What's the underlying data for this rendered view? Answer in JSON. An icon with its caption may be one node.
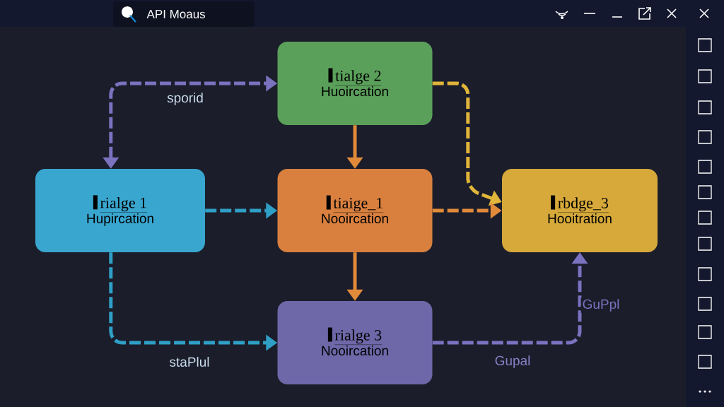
{
  "diagram": {
    "nodes": [
      {
        "text": [
          "rialge 1",
          "Hupircation"
        ]
      },
      {
        "text": [
          "tialge 2",
          "Huoircation"
        ]
      },
      {
        "text": [
          "tiaige_1",
          "Nooircation"
        ]
      },
      {
        "text": [
          "rbdge_3",
          "Hooitration"
        ]
      },
      {
        "text": [
          "rialge 3",
          "Nooircation"
        ]
      }
    ],
    "edges": [
      {
        "from": 0,
        "to": 1,
        "arrow": "both",
        "label": "sporid",
        "style": "dashed",
        "color": "#7b72c0"
      },
      {
        "from": 0,
        "to": 2,
        "arrow": "to",
        "style": "dashed",
        "color": "#2f9fc6"
      },
      {
        "from": 1,
        "to": 2,
        "arrow": "to",
        "color": "#e08a3a"
      },
      {
        "from": 1,
        "to": 3,
        "arrow": "to",
        "style": "dashed",
        "color": "#e0b53a"
      },
      {
        "from": 2,
        "to": 3,
        "arrow": "to",
        "style": "dashed",
        "color": "#e08a3a"
      },
      {
        "from": 2,
        "to": 4,
        "arrow": "to",
        "color": "#e08a3a"
      },
      {
        "from": 0,
        "to": 4,
        "arrow": "to",
        "label": "staPlul",
        "style": "dashed",
        "color": "#2f9fc6"
      },
      {
        "from": 4,
        "to": 3,
        "arrow": "to",
        "label": "GuPpl",
        "style": "dashed",
        "color": "#7b72c0"
      }
    ],
    "labels": [
      "API Moaus",
      "Gupal"
    ]
  }
}
